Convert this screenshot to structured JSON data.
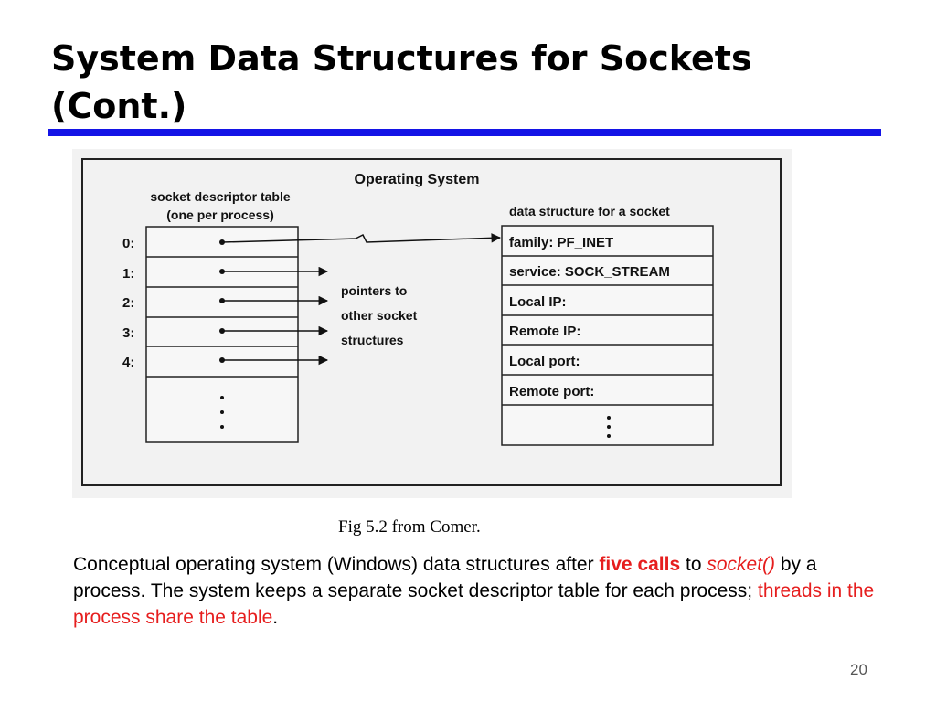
{
  "slide": {
    "title_line1": "System Data Structures for Sockets",
    "title_line2": "(Cont.)",
    "page_number": "20"
  },
  "colors": {
    "title_rule": "#1414e6",
    "emphasis_red": "#e61e1e"
  },
  "figure": {
    "heading": "Operating System",
    "descriptor_table": {
      "label_line1": "socket descriptor table",
      "label_line2": "(one per process)",
      "row_labels": [
        "0:",
        "1:",
        "2:",
        "3:",
        "4:"
      ]
    },
    "pointers_note": [
      "pointers to",
      "other socket",
      "structures"
    ],
    "socket_structure": {
      "label": "data structure for a socket",
      "fields": [
        "family:  PF_INET",
        "service:  SOCK_STREAM",
        "Local IP:",
        "Remote IP:",
        "Local port:",
        "Remote port:"
      ]
    }
  },
  "caption": "Fig 5.2 from Comer.",
  "description": {
    "part1": "Conceptual operating system (Windows) data structures after ",
    "highlight1": "five calls",
    "part2": " to ",
    "func": "socket()",
    "part3": " by a process. The system keeps a separate socket descriptor table for each process; ",
    "highlight2": "threads in the process share the table",
    "part4": "."
  }
}
